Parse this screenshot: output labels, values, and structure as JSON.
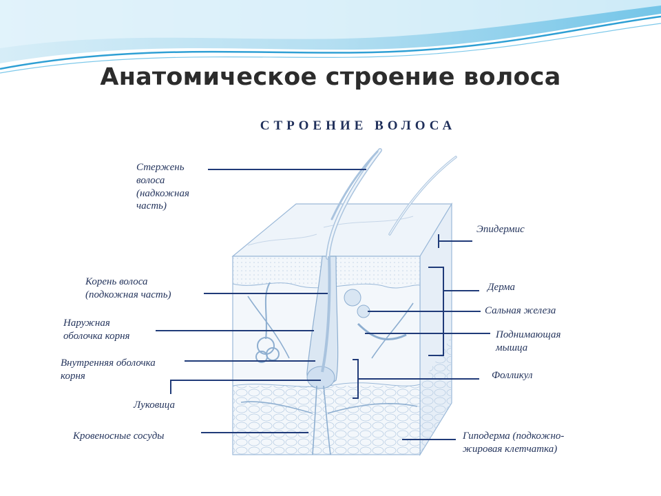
{
  "slide": {
    "title": "Анатомическое строение волоса"
  },
  "figure": {
    "title": "СТРОЕНИЕ ВОЛОСА"
  },
  "labels": {
    "shaft": "Стержень\nволоса\n(надкожная\nчасть)",
    "root": "Корень волоса\n(подкожная часть)",
    "outer_sheath": "Наружная\nоболочка корня",
    "inner_sheath": "Внутренняя оболочка\nкорня",
    "bulb": "Луковица",
    "vessels": "Кровеносные сосуды",
    "epidermis": "Эпидермис",
    "dermis": "Дерма",
    "sebaceous_gland": "Сальная железа",
    "arrector_muscle": "Поднимающая\nмышца",
    "follicle": "Фолликул",
    "hypodermis": "Гиподерма (подкожно-\nжировая клетчатка)"
  },
  "colors": {
    "accent_blue": "#3fa9d6",
    "leader_line": "#1f3a78",
    "tissue": "#9ab8d8"
  }
}
